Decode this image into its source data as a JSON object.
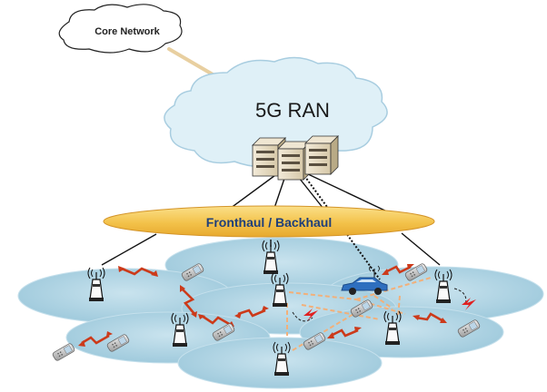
{
  "labels": {
    "core_network": "Core Network",
    "ran": "5G RAN",
    "fronthaul_backhaul": "Fronthaul / Backhaul"
  },
  "colors": {
    "cell_fill": "#a9cfe0",
    "cloud_fill": "#dff0f7",
    "ring_fill": "#f6c44a",
    "link_arrow": "#cc3a1a",
    "d2d_arrow": "#f2b07a",
    "interference": "#e02020",
    "uplink": "#f3e0b8"
  },
  "icons": {
    "servers": "server-rack-icon",
    "base_station": "antenna-tower-icon",
    "device": "mobile-phone-icon",
    "vehicle": "car-icon"
  }
}
